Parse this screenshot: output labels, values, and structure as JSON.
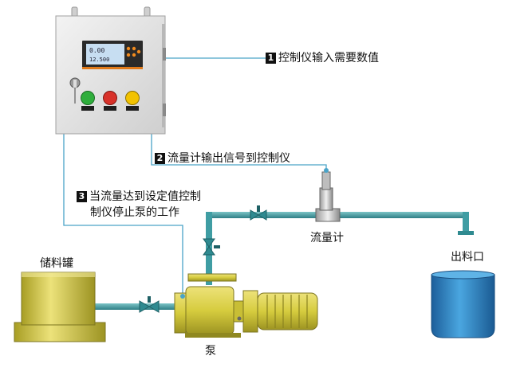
{
  "annotations": {
    "step1": {
      "num": "1",
      "text": "控制仪输入需要数值"
    },
    "step2": {
      "num": "2",
      "text": "流量计输出信号到控制仪"
    },
    "step3": {
      "num": "3",
      "line1": "当流量达到设定值控制",
      "line2": "制仪停止泵的工作"
    }
  },
  "labels": {
    "tank": "储料罐",
    "flowmeter": "流量计",
    "outlet": "出料口",
    "pump": "泵"
  },
  "controller": {
    "screen_line1": "0.00",
    "screen_line2": "12.500",
    "buttons": [
      {
        "name": "green",
        "color": "#2fae3c"
      },
      {
        "name": "red",
        "color": "#d8322a"
      },
      {
        "name": "yellow",
        "color": "#f2c200"
      }
    ]
  },
  "colors": {
    "pipe": "#3f9da3",
    "signal_line": "#4aa3c8",
    "equipment": "#d9d24a",
    "outlet_tank": "#2e86c8"
  }
}
